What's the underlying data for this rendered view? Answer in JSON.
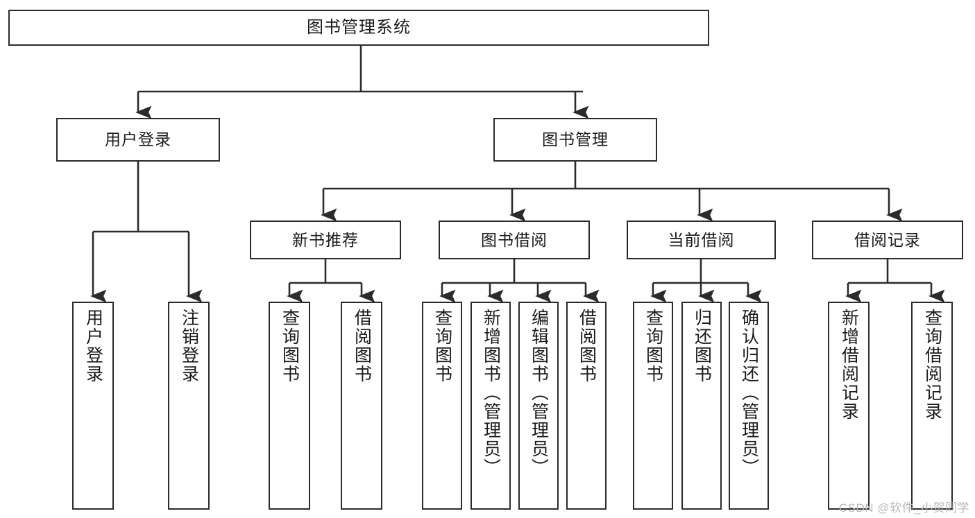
{
  "diagram": {
    "title": "图书管理系统",
    "type": "hierarchy-tree",
    "watermark": "CSDN @软件_小贺同学",
    "colors": {
      "box_border": "#2b2b2b",
      "box_fill": "#ffffff",
      "edge": "#2b2b2b",
      "text": "#1a1a1a",
      "watermark": "#b9b9b9",
      "background": "#ffffff"
    }
  },
  "nodes": {
    "root": {
      "label": "图书管理系统"
    },
    "level2": [
      {
        "label": "用户登录"
      },
      {
        "label": "图书管理"
      }
    ],
    "level3": [
      {
        "label": "新书推荐"
      },
      {
        "label": "图书借阅"
      },
      {
        "label": "当前借阅"
      },
      {
        "label": "借阅记录"
      }
    ],
    "leaves": [
      {
        "label": "用户登录",
        "parent": "用户登录"
      },
      {
        "label": "注销登录",
        "parent": "用户登录"
      },
      {
        "label": "查询图书",
        "parent": "新书推荐"
      },
      {
        "label": "借阅图书",
        "parent": "新书推荐"
      },
      {
        "label": "查询图书",
        "parent": "图书借阅"
      },
      {
        "label": "新增图书（管理员）",
        "parent": "图书借阅"
      },
      {
        "label": "编辑图书（管理员）",
        "parent": "图书借阅"
      },
      {
        "label": "借阅图书",
        "parent": "图书借阅"
      },
      {
        "label": "查询图书",
        "parent": "当前借阅"
      },
      {
        "label": "归还图书",
        "parent": "当前借阅"
      },
      {
        "label": "确认归还（管理员）",
        "parent": "当前借阅"
      },
      {
        "label": "新增借阅记录",
        "parent": "借阅记录"
      },
      {
        "label": "查询借阅记录",
        "parent": "借阅记录"
      }
    ]
  }
}
